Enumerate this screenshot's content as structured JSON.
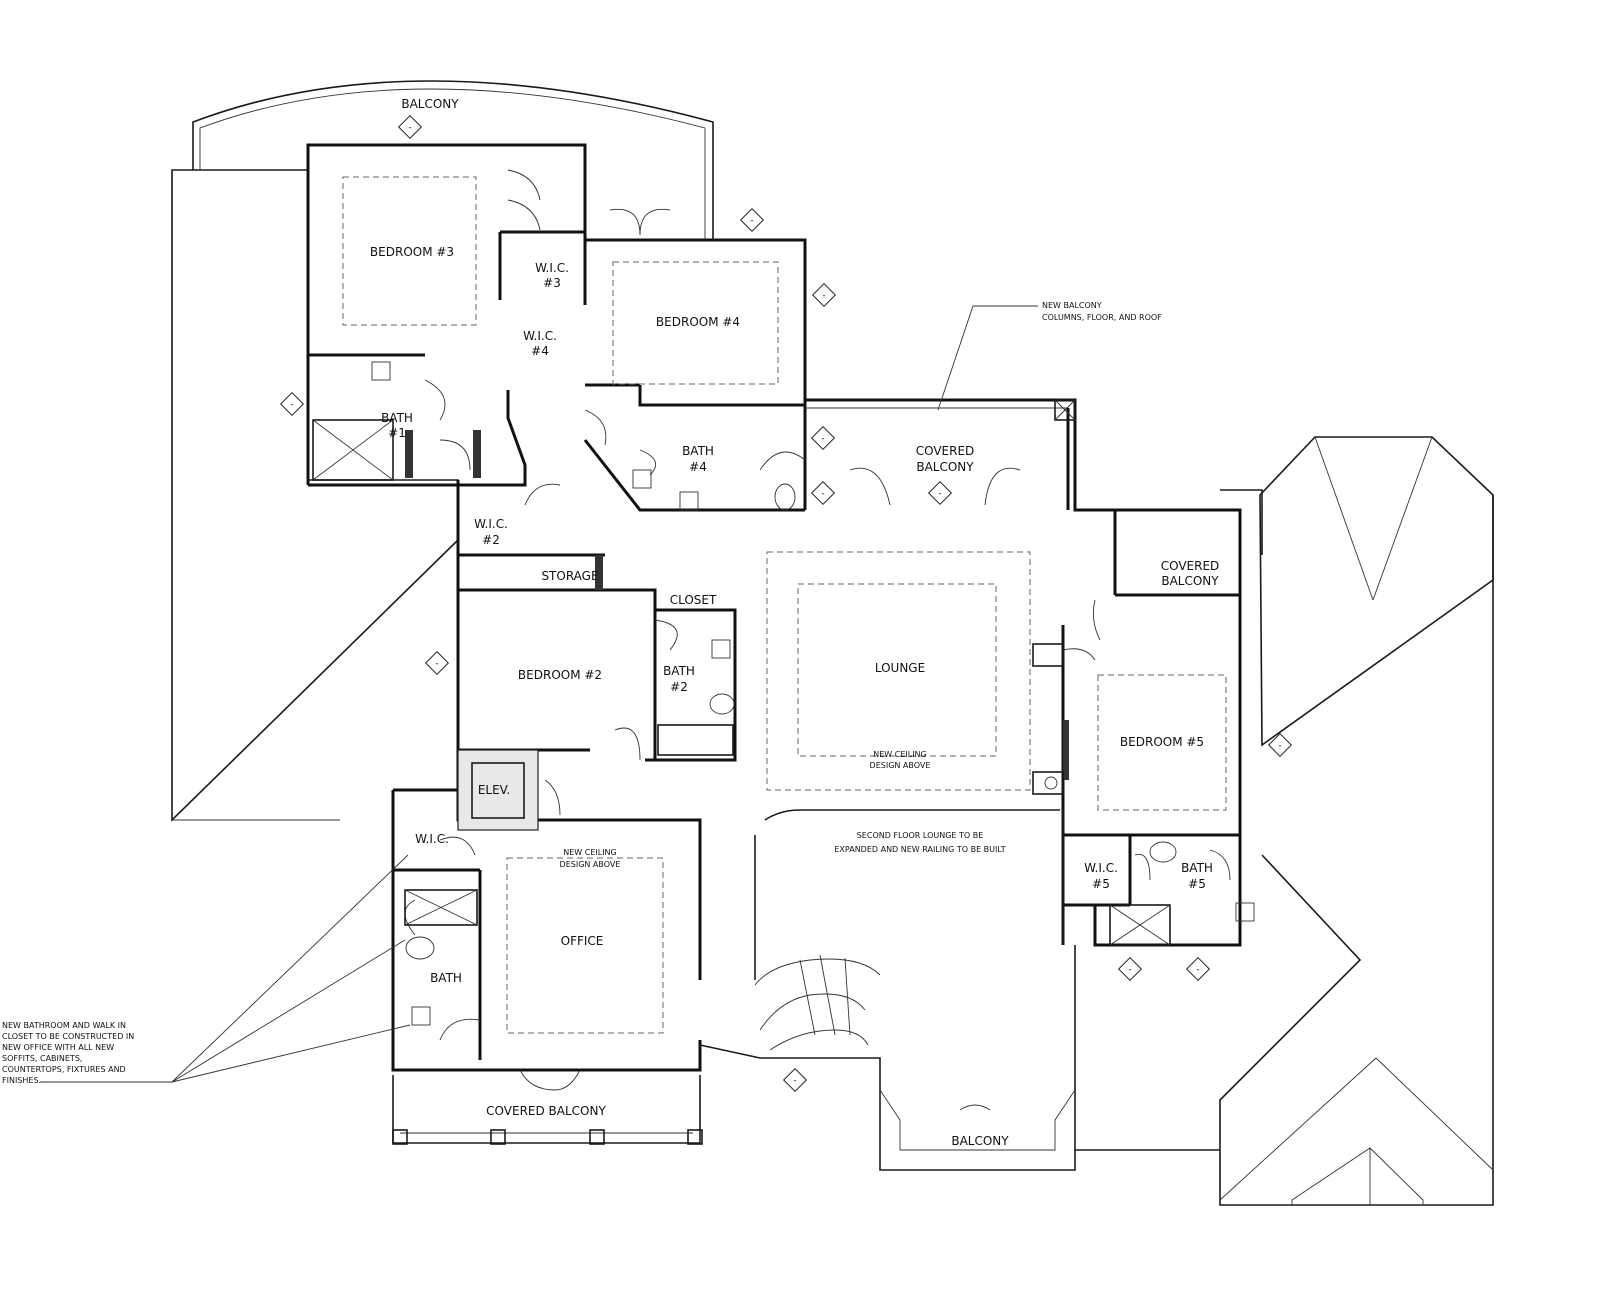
{
  "rooms": {
    "balcony_top": "BALCONY",
    "bedroom3": "BEDROOM #3",
    "wic3_a": "W.I.C.",
    "wic3_b": "#3",
    "bedroom4": "BEDROOM #4",
    "wic4_a": "W.I.C.",
    "wic4_b": "#4",
    "bath1_a": "BATH",
    "bath1_b": "#1",
    "bath4_a": "BATH",
    "bath4_b": "#4",
    "covered_balcony_a": "COVERED",
    "covered_balcony_b": "BALCONY",
    "wic2_a": "W.I.C.",
    "wic2_b": "#2",
    "storage": "STORAGE",
    "closet": "CLOSET",
    "bedroom2": "BEDROOM #2",
    "bath2_a": "BATH",
    "bath2_b": "#2",
    "lounge": "LOUNGE",
    "covered_balcony_right_a": "COVERED",
    "covered_balcony_right_b": "BALCONY",
    "bedroom5": "BEDROOM #5",
    "elev": "ELEV.",
    "wic_office": "W.I.C.",
    "office": "OFFICE",
    "bath_office": "BATH",
    "wic5_a": "W.I.C.",
    "wic5_b": "#5",
    "bath5_a": "BATH",
    "bath5_b": "#5",
    "covered_balcony_bottom": "COVERED BALCONY",
    "balcony_bottom": "BALCONY"
  },
  "notes": {
    "new_balcony_1": "NEW BALCONY",
    "new_balcony_2": "COLUMNS, FLOOR, AND ROOF",
    "lounge_ceiling_1": "NEW CEILING",
    "lounge_ceiling_2": "DESIGN ABOVE",
    "office_ceiling_1": "NEW CEILING",
    "office_ceiling_2": "DESIGN ABOVE",
    "second_floor_1": "SECOND FLOOR LOUNGE TO BE",
    "second_floor_2": "EXPANDED AND NEW RAILING TO BE BUILT",
    "new_bath_1": "NEW BATHROOM AND WALK IN",
    "new_bath_2": "CLOSET TO BE CONSTRUCTED IN",
    "new_bath_3": "NEW OFFICE WITH ALL NEW",
    "new_bath_4": "SOFFITS, CABINETS,",
    "new_bath_5": "COUNTERTOPS, FIXTURES AND",
    "new_bath_6": "FINISHES."
  },
  "marker_symbol": "-"
}
